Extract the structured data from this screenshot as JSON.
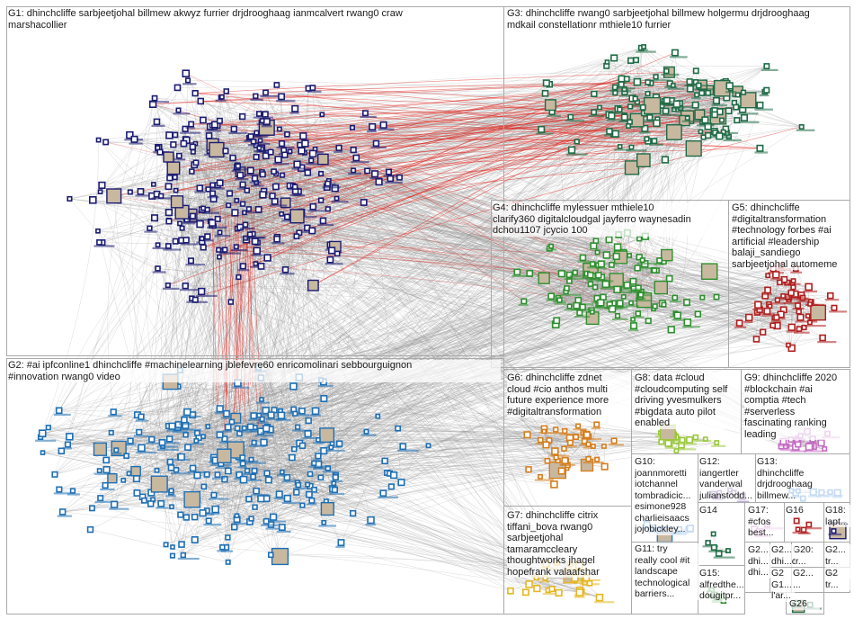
{
  "colors": {
    "edge": "#8c8c8c",
    "edge_highlight": "#e0241e",
    "group_border": "#a9a9a9",
    "g1": "#1c1c72",
    "g2": "#1e6fb5",
    "g3": "#1f6b46",
    "g4": "#2f8f2f",
    "g5": "#b01e1e",
    "g6": "#d67e1c",
    "g7": "#e6b622",
    "g8": "#9ac83a",
    "g9": "#c46cc4",
    "g10": "#2a7ad0",
    "g12": "#6b4a9c"
  },
  "groups": [
    {
      "id": "g1",
      "label": "G1: dhinchcliffe sarbjeetjohal billmew akwyz furrier drjdrooghaag ianmcalvert rwang0 craw\nmarshacollier"
    },
    {
      "id": "g2",
      "label": "G2: #ai ipfconline1 dhinchcliffe #machinelearning jblefevre60 enricomolinari sebbourguignon\n#innovation rwang0 video"
    },
    {
      "id": "g3",
      "label": "G3: dhinchcliffe rwang0 sarbjeetjohal billmew holgermu drjdrooghaag\nmdkail constellationr mthiele10 furrier"
    },
    {
      "id": "g4",
      "label": "G4: dhinchcliffe mylessuer mthiele10\nclarify360 digitalcloudgal jayferro waynesadin\ndchou1107 jcycio 100"
    },
    {
      "id": "g5",
      "label": "G5: dhinchcliffe\n#digitaltransformation\n#technology forbes #ai\nartificial #leadership\nbalaji_sandiego\nsarbjeetjohal automeme"
    },
    {
      "id": "g6",
      "label": "G6: dhinchcliffe zdnet\ncloud #cio anthos multi\nfuture experience more\n#digitaltransformation"
    },
    {
      "id": "g7",
      "label": "G7: dhinchcliffe citrix\ntiffani_bova rwang0\nsarbjeetjohal\ntamaramccleary\nthoughtworks jhagel\nhopefrank valaafshar"
    },
    {
      "id": "g8",
      "label": "G8: data #cloud\n#cloudcomputing self\ndriving yvesmulkers\n#bigdata auto pilot\nenabled"
    },
    {
      "id": "g9",
      "label": "G9: dhinchcliffe 2020\n#blockchain #ai\ncomptia #tech\n#serverless\nfascinating ranking\nleading"
    },
    {
      "id": "g10",
      "label": "G10:\njoannmoretti\niotchannel\ntombradicic...\nesimone928\ncharlieisaacs\njojobickley..."
    },
    {
      "id": "g11",
      "label": "G11: try\nreally cool #it\nlandscape\ntechnological\nbarriers..."
    },
    {
      "id": "g12",
      "label": "G12:\niangertler\nvanderwal\njulianstodd..."
    },
    {
      "id": "g13",
      "label": "G13:\ndhinchcliffe\ndrjdrooghaag\nbillmew..."
    },
    {
      "id": "g14",
      "label": "G14"
    },
    {
      "id": "g15",
      "label": "G15:\nalfredthe...\ndougitpr..."
    },
    {
      "id": "g16",
      "label": "G16"
    },
    {
      "id": "g17",
      "label": "G17:\n#cfos\nbest..."
    },
    {
      "id": "g18",
      "label": "G18:\nlapt..."
    },
    {
      "id": "g19",
      "label": "G2...\ndhi...\ndhi..."
    },
    {
      "id": "g20",
      "label": "G20:\ntr..."
    },
    {
      "id": "g21",
      "label": "G2...\ndhi...cd..."
    },
    {
      "id": "g22",
      "label": "G2\nG1...\nl'ar..."
    },
    {
      "id": "g23",
      "label": "G2...\ntr...\ntr..."
    },
    {
      "id": "g24",
      "label": "G2\ntr..."
    },
    {
      "id": "g25",
      "label": "G2...\n..."
    },
    {
      "id": "g26",
      "label": "G26"
    }
  ]
}
